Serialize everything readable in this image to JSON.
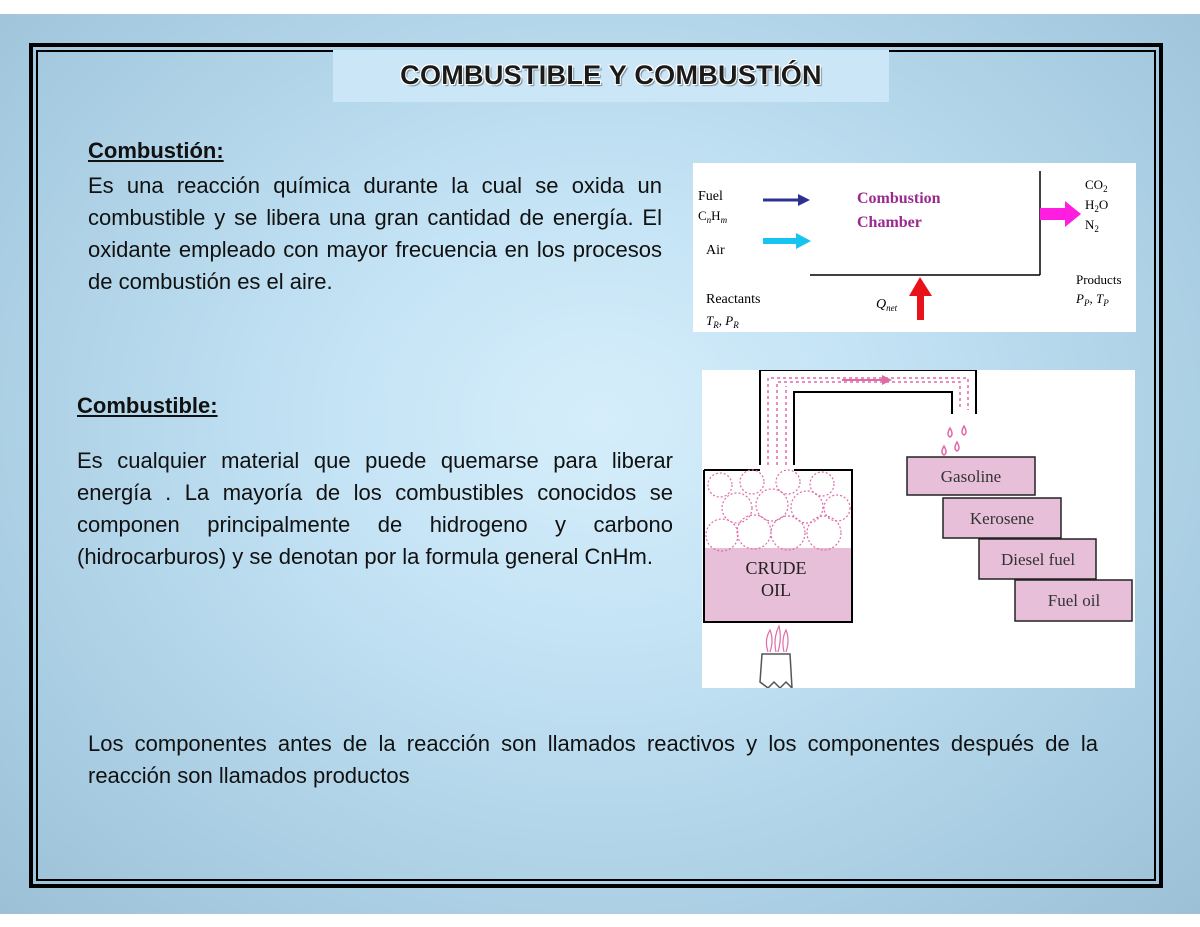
{
  "title": "COMBUSTIBLE Y COMBUSTIÓN",
  "section1": {
    "heading": "Combustión:",
    "text": "Es una reacción química durante la cual se oxida un combustible y se libera una gran cantidad de energía. El oxidante empleado con mayor frecuencia en los procesos de combustión es el aire."
  },
  "section2": {
    "heading": "Combustible:",
    "text": "Es cualquier material que puede quemarse para liberar energía . La mayoría de los combustibles conocidos se componen principalmente de hidrogeno y carbono (hidrocarburos) y se denotan por la formula general   CnHm."
  },
  "footer_text": "Los componentes antes de la reacción son llamados reactivos y los componentes después de la reacción son llamados productos",
  "chamber_diagram": {
    "fuel_label": "Fuel",
    "fuel_formula_base": "C",
    "fuel_formula_n": "n",
    "fuel_formula_h": "H",
    "fuel_formula_m": "m",
    "air_label": "Air",
    "chamber_line1": "Combustion",
    "chamber_line2": "Chamber",
    "reactants_label": "Reactants",
    "reactants_state": "T",
    "reactants_sub": "R",
    "reactants_p": "P",
    "q_label": "Q",
    "q_sub": "net",
    "products_label": "Products",
    "products_p": "P",
    "products_p_sub": "P",
    "products_t": "T",
    "products_t_sub": "P",
    "co2_base": "CO",
    "co2_sub": "2",
    "h2o_base": "H",
    "h2o_sub": "2",
    "h2o_o": "O",
    "n2_base": "N",
    "n2_sub": "2",
    "colors": {
      "fuel_arrow": "#2e3192",
      "air_arrow": "#16c4f0",
      "products_arrow": "#ff1ee0",
      "q_arrow": "#e8121b",
      "chamber_text": "#9b2a8e"
    }
  },
  "distillation_diagram": {
    "tank_label_1": "CRUDE",
    "tank_label_2": "OIL",
    "products": [
      "Gasoline",
      "Kerosene",
      "Diesel fuel",
      "Fuel oil"
    ],
    "colors": {
      "box_fill": "#e8bfd9",
      "flow": "#e06aa8"
    }
  }
}
